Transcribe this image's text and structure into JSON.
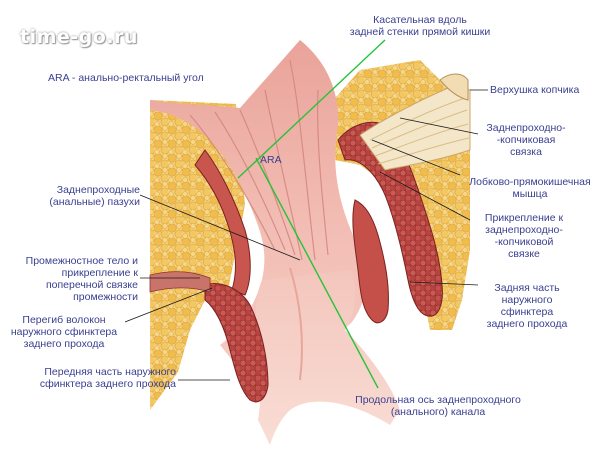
{
  "watermark": "time-go.ru",
  "legend": "ARA - анально-ректальный угол",
  "angle_label": "ARA",
  "labels": {
    "tangent": "Касательная вдоль\nзадней стенки прямой кишки",
    "coccyx_tip": "Верхушка копчика",
    "anococcygeal_ligament": "Заднепроходно-\n-копчиковая\nсвязка",
    "puborectalis": "Лобково-прямокишечная\nмышца",
    "ligament_attachment": "Прикрепление к\nзаднепроходно-\n-копчиковой\nсвязке",
    "posterior_external": "Задняя часть\nнаружного\nсфинктера\nзаднего прохода",
    "anal_axis": "Продольная ось заднепроходного\n(анального) канала",
    "anal_sinuses": "Заднепроходные\n(анальные) пазухи",
    "perineal_body": "Промежностное тело и\nприкрепление к\nпоперечной связке\nпромежности",
    "fiber_bend": "Перегиб волокон\nнаружного сфинктера\nзаднего прохода",
    "anterior_external": "Передняя часть наружного\nсфинктера заднего прохода"
  },
  "colors": {
    "label_text": "#3a3f8f",
    "axis_line": "#27c23a",
    "leader_line": "#1a1a1a",
    "fat": "#f2c35b",
    "mucosa": "#f0b6ae",
    "muscle": "#b8433f"
  }
}
